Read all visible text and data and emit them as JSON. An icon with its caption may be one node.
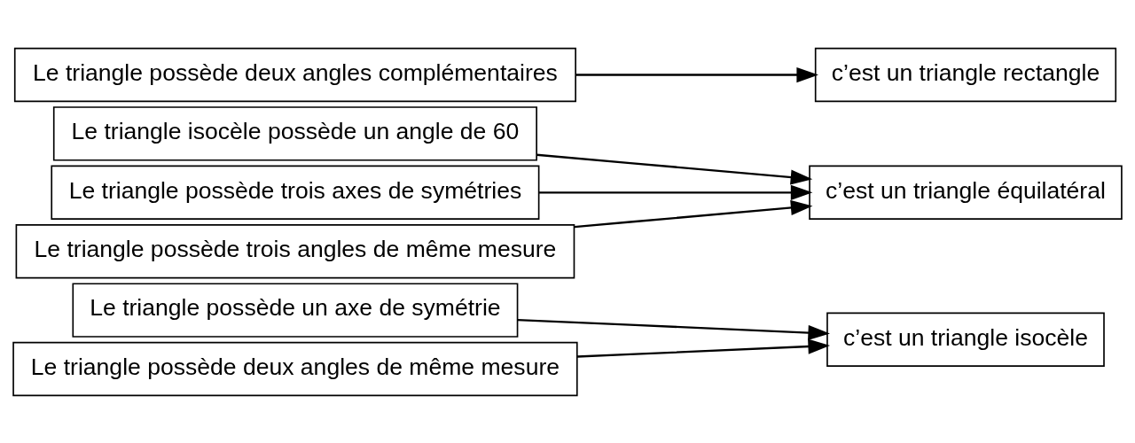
{
  "diagram": {
    "nodes": [
      {
        "text": [
          "Le triangle possède un axe de symétrie"
        ]
      },
      {
        "text": [
          "Le triangle isocèle possède un angle de 60"
        ]
      },
      {
        "text": [
          "Le triangle possède trois axes de symétries"
        ]
      },
      {
        "text": [
          "Le triangle possède deux angles complémentaires"
        ]
      },
      {
        "text": [
          "Le triangle possède deux angles de même mesure"
        ]
      },
      {
        "text": [
          "Le triangle possède trois angles de même mesure"
        ]
      },
      {
        "text": [
          "c’est un triangle rectangle"
        ]
      },
      {
        "text": [
          "c’est un triangle équilatéral"
        ]
      },
      {
        "text": [
          "c’est un triangle isocèle"
        ]
      }
    ],
    "edges": [
      {
        "from": 0,
        "to": 8,
        "arrow": "to"
      },
      {
        "from": 1,
        "to": 7,
        "arrow": "to"
      },
      {
        "from": 2,
        "to": 7,
        "arrow": "to"
      },
      {
        "from": 3,
        "to": 6,
        "arrow": "to"
      },
      {
        "from": 4,
        "to": 8,
        "arrow": "to"
      },
      {
        "from": 5,
        "to": 7,
        "arrow": "to"
      }
    ]
  }
}
